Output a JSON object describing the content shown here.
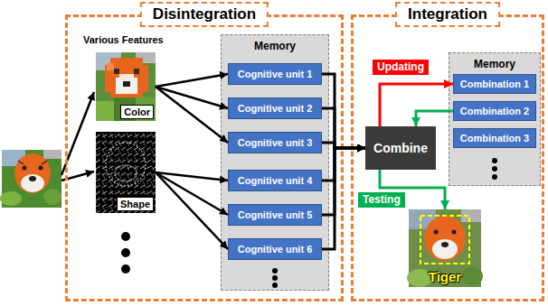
{
  "diagram": {
    "nodes": [
      {
        "text": [
          "Disintegration"
        ]
      },
      {
        "text": [
          "Color"
        ],
        "in": 0
      },
      {
        "text": [
          "Shape"
        ],
        "in": 0
      },
      {
        "text": [
          "Memory"
        ],
        "in": 0
      },
      {
        "text": [
          "Cognitive unit 1"
        ],
        "in": 3
      },
      {
        "text": [
          "Cognitive unit 2"
        ],
        "in": 3
      },
      {
        "text": [
          "Cognitive unit 3"
        ],
        "in": 3
      },
      {
        "text": [
          "Cognitive unit 4"
        ],
        "in": 3
      },
      {
        "text": [
          "Cognitive unit 5"
        ],
        "in": 3
      },
      {
        "text": [
          "Cognitive unit 6"
        ],
        "in": 3
      },
      {
        "text": [
          "Integration"
        ]
      },
      {
        "text": [
          "Combine"
        ],
        "in": 10
      },
      {
        "text": [
          "Memory"
        ],
        "in": 10
      },
      {
        "text": [
          "Combination 1"
        ],
        "in": 12
      },
      {
        "text": [
          "Combination 2"
        ],
        "in": 12
      },
      {
        "text": [
          "Combination 3"
        ],
        "in": 12
      },
      {
        "text": [
          "Tiger"
        ],
        "in": 10
      }
    ],
    "edges": [
      {
        "from": 1,
        "to": 4,
        "arrow": "to"
      },
      {
        "from": 1,
        "to": 5,
        "arrow": "to"
      },
      {
        "from": 1,
        "to": 6,
        "arrow": "to"
      },
      {
        "from": 2,
        "to": 7,
        "arrow": "to"
      },
      {
        "from": 2,
        "to": 8,
        "arrow": "to"
      },
      {
        "from": 2,
        "to": 9,
        "arrow": "to"
      },
      {
        "from": 4,
        "to": 11,
        "arrow": "to"
      },
      {
        "from": 5,
        "to": 11,
        "arrow": "to"
      },
      {
        "from": 6,
        "to": 11,
        "arrow": "to"
      },
      {
        "from": 7,
        "to": 11,
        "arrow": "to"
      },
      {
        "from": 8,
        "to": 11,
        "arrow": "to"
      },
      {
        "from": 9,
        "to": 11,
        "arrow": "to"
      },
      {
        "from": 11,
        "to": 13,
        "label": "Updating",
        "arrow": "to"
      },
      {
        "from": 14,
        "to": 11,
        "arrow": "to"
      },
      {
        "from": 11,
        "to": 16,
        "label": "Testing",
        "arrow": "to"
      }
    ],
    "labels": [
      "Various Features"
    ]
  }
}
